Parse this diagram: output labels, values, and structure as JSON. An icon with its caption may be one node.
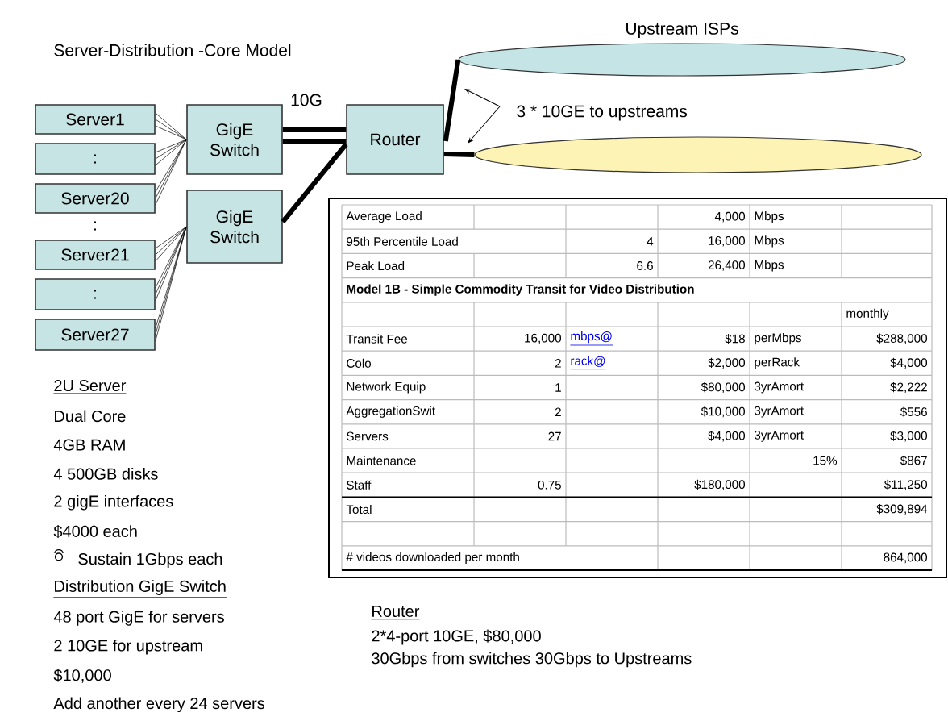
{
  "diagram": {
    "title": "Server-Distribution -Core Model",
    "nodes": [
      {
        "text": [
          "Server1"
        ]
      },
      {
        "text": [
          ":"
        ]
      },
      {
        "text": [
          "Server20"
        ]
      },
      {
        "text": [
          "Server21"
        ]
      },
      {
        "text": [
          ":"
        ]
      },
      {
        "text": [
          "Server27"
        ]
      },
      {
        "text": [
          "GigE Switch"
        ]
      },
      {
        "text": [
          "GigE Switch"
        ]
      },
      {
        "text": [
          "Router"
        ]
      },
      {
        "text": [
          "Upstream ISPs"
        ]
      },
      {
        "text": [],
        "shape": "ellipse"
      }
    ],
    "edges": [
      {
        "from": 0,
        "to": 6,
        "arrow": "none"
      },
      {
        "from": 1,
        "to": 6,
        "arrow": "none"
      },
      {
        "from": 2,
        "to": 6,
        "arrow": "none"
      },
      {
        "from": 3,
        "to": 7,
        "arrow": "none"
      },
      {
        "from": 4,
        "to": 7,
        "arrow": "none"
      },
      {
        "from": 5,
        "to": 7,
        "arrow": "none"
      },
      {
        "from": 6,
        "to": 8,
        "arrow": "none",
        "style": "thick",
        "label": "10G"
      },
      {
        "from": 7,
        "to": 8,
        "arrow": "none",
        "style": "thick"
      },
      {
        "from": 8,
        "to": 9,
        "arrow": "none",
        "style": "thick"
      },
      {
        "from": 8,
        "to": 10,
        "arrow": "none",
        "style": "thick"
      }
    ],
    "labels": [
      ":",
      "3 * 10GE to upstreams",
      "Average Load",
      "4,000",
      "Mbps",
      "95th Percentile Load",
      "4",
      "16,000",
      "Mbps",
      "Peak Load",
      "6.6",
      "26,400",
      "Mbps",
      "Model 1B - Simple Commodity Transit for Video Distribution",
      "monthly",
      "Transit Fee",
      "16,000",
      "mbps@",
      "$18",
      "perMbps",
      "$288,000",
      "Colo",
      "2",
      "rack@",
      "$2,000",
      "perRack",
      "$4,000",
      "Network Equip",
      "1",
      "$80,000",
      "3yrAmort",
      "$2,222",
      "AggregationSwit",
      "2",
      "$10,000",
      "3yrAmort",
      "$556",
      "Servers",
      "27",
      "$4,000",
      "3yrAmort",
      "$3,000",
      "Maintenance",
      "15%",
      "$867",
      "Staff",
      "0.75",
      "$180,000",
      "$11,250",
      "Total",
      "$309,894",
      "# videos downloaded per month",
      "864,000",
      "2U Server",
      "Dual Core",
      "4GB RAM",
      "4 500GB disks",
      "2 gigE interfaces",
      "$4000 each",
      "Sustain 1Gbps each",
      "Distribution GigE Switch",
      "48 port GigE for servers",
      "2 10GE for upstream",
      "$10,000",
      "Add another every 24 servers",
      "Router",
      "2*4-port 10GE, $80,000",
      "30Gbps from switches 30Gbps to Upstreams"
    ]
  }
}
